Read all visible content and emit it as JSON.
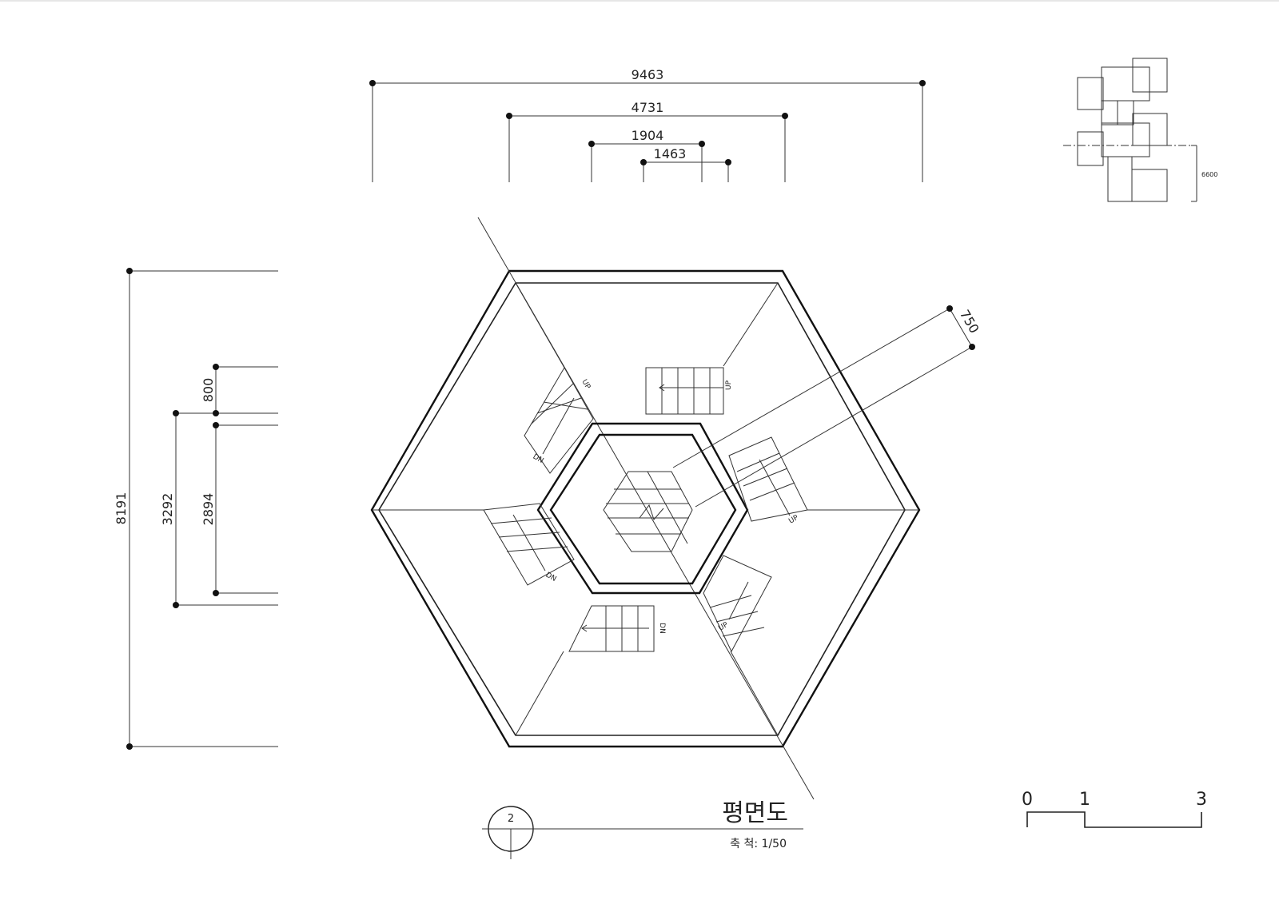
{
  "dimensions": {
    "top": [
      "9463",
      "4731",
      "1904",
      "1463"
    ],
    "left": [
      "8191",
      "3292",
      "2894",
      "800"
    ],
    "diagonal": "750",
    "keyplan": "6600"
  },
  "stair_labels": {
    "up": "UP",
    "dn": "DN"
  },
  "title_block": {
    "title": "평면도",
    "scale": "축 척: 1/50",
    "drawing_number": "2"
  },
  "scale_bar": {
    "ticks": [
      "0",
      "1",
      "3"
    ]
  },
  "colors": {
    "line": "#222222",
    "background": "#ffffff"
  }
}
